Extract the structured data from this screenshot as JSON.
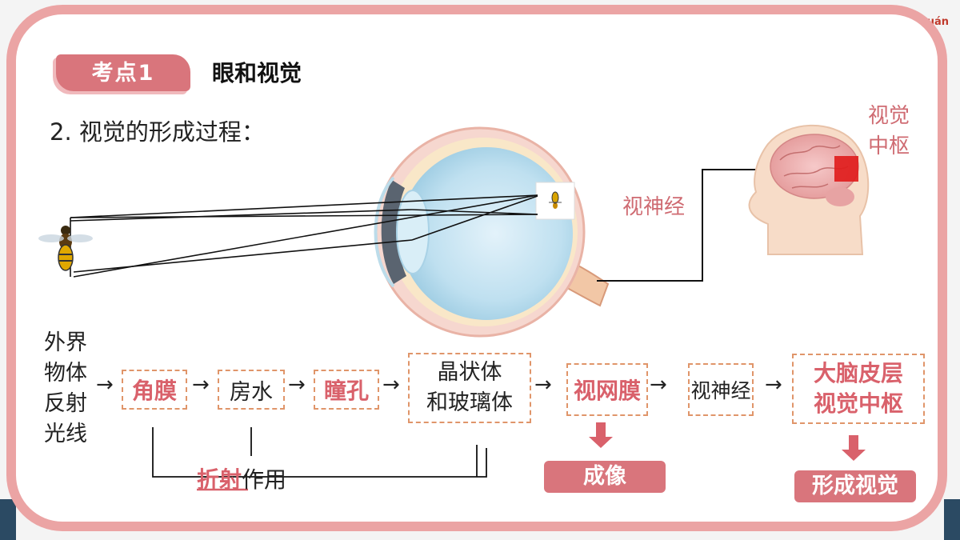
{
  "corner_text": "uán",
  "header": {
    "tag": "考点1",
    "title": "眼和视觉"
  },
  "subtitle": "2. 视觉的形成过程：",
  "labels": {
    "visual_center_line1": "视觉",
    "visual_center_line2": "中枢",
    "optic_nerve": "视神经"
  },
  "left_column": [
    "外界",
    "物体",
    "反射",
    "光线"
  ],
  "flow": [
    {
      "text": "角膜",
      "highlight": true
    },
    {
      "text": "房水",
      "highlight": false
    },
    {
      "text": "瞳孔",
      "highlight": true
    },
    {
      "text_line1": "晶状体",
      "text_line2": "和玻璃体",
      "highlight": false
    },
    {
      "text": "视网膜",
      "highlight": true
    },
    {
      "text": "视神经",
      "highlight": false
    },
    {
      "text_line1": "大脑皮层",
      "text_line2": "视觉中枢",
      "highlight": true
    }
  ],
  "arrow_symbol": "→",
  "refraction": {
    "highlight": "折射",
    "rest": "作用"
  },
  "outcomes": {
    "imaging": "成像",
    "vision": "形成视觉"
  },
  "colors": {
    "accent": "#d9757c",
    "frame": "#eba4a4",
    "dash": "#e0956a",
    "highlight_text": "#d9616b"
  }
}
